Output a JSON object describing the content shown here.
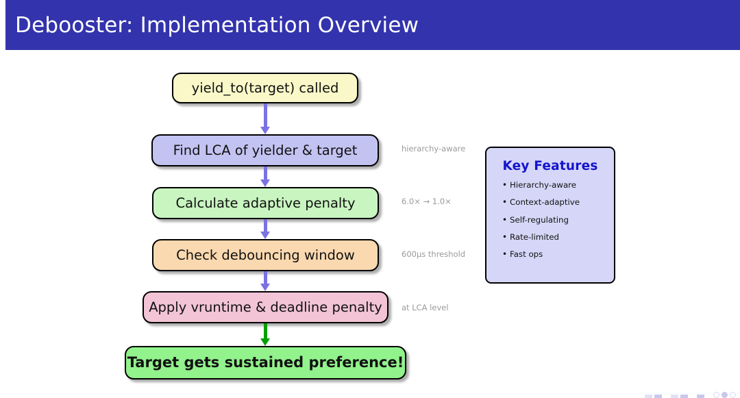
{
  "slide": {
    "title": "Debooster: Implementation Overview",
    "title_bar_color": "#3333AD",
    "background_color": "#FFFFFF"
  },
  "flowchart": {
    "nodes": [
      {
        "label": "yield_to(target) called",
        "color": "#FAF8C8"
      },
      {
        "label": "Find LCA of yielder & target",
        "color": "#C3C3F2"
      },
      {
        "label": "Calculate adaptive penalty",
        "color": "#C8F5C0"
      },
      {
        "label": "Check debouncing window",
        "color": "#FAD9B0"
      },
      {
        "label": "Apply vruntime & deadline penalty",
        "color": "#F2C4D5"
      },
      {
        "label": "Target gets sustained preference!",
        "color": "#92F28C"
      }
    ],
    "arrows": [
      {
        "color": "#7B72E3"
      },
      {
        "color": "#7B72E3"
      },
      {
        "color": "#7B72E3"
      },
      {
        "color": "#7B72E3"
      },
      {
        "color": "#00A000"
      }
    ],
    "annotations": [
      "hierarchy-aware",
      "6.0× → 1.0×",
      "600µs threshold",
      "at LCA level"
    ],
    "annotation_color": "#9A9A9A"
  },
  "key_features": {
    "title": "Key Features",
    "title_color": "#1414CC",
    "panel_color": "#D6D6F8",
    "items": [
      "Hierarchy-aware",
      "Context-adaptive",
      "Self-regulating",
      "Rate-limited",
      "Fast ops"
    ]
  }
}
